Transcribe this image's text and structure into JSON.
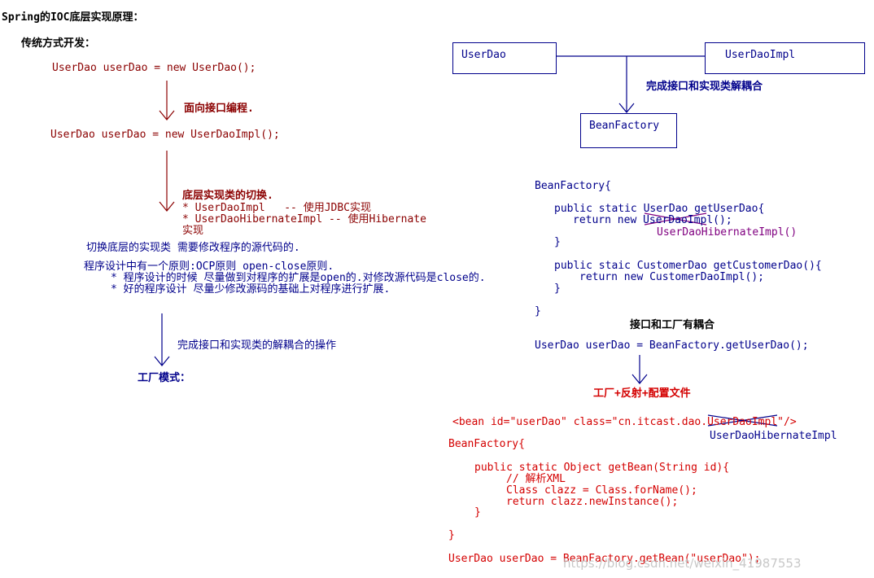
{
  "left": {
    "title": "Spring的IOC底层实现原理：",
    "traditional": "传统方式开发：",
    "code1": "UserDao userDao = new UserDao();",
    "arrow1_label": "面向接口编程.",
    "code2": "UserDao userDao = new UserDaoImpl();",
    "switch_title": "底层实现类的切换.",
    "switch_item1": "* UserDaoImpl   -- 使用JDBC实现",
    "switch_item2": "* UserDaoHibernateImpl -- 使用Hibernate",
    "switch_item2_cont": "实现",
    "note1": "切换底层的实现类 需要修改程序的源代码的.",
    "note2": "程序设计中有一个原则:OCP原则 open-close原则.",
    "note3": "* 程序设计的时候 尽量做到对程序的扩展是open的.对修改源代码是close的.",
    "note4": "* 好的程序设计 尽量少修改源码的基础上对程序进行扩展.",
    "arrow3_label": "完成接口和实现类的解耦合的操作",
    "factory_mode": "工厂模式："
  },
  "right": {
    "box_userdao": "UserDao",
    "box_userdaoimpl": "UserDaoImpl",
    "decouple_label": "完成接口和实现类解耦合",
    "box_beanfactory": "BeanFactory",
    "bf_open": "BeanFactory{",
    "bf_m1": "public static UserDao getUserDao{",
    "bf_m1_ret": "return new UserDaoImpl();",
    "bf_m1_replace": "UserDaoHibernateImpl()",
    "bf_m1_close": "}",
    "bf_m2": "public staic CustomerDao getCustomerDao(){",
    "bf_m2_ret": "return new CustomerDaoImpl();",
    "bf_m2_close": "}",
    "bf_close": "}",
    "coupled_label": "接口和工厂有耦合",
    "bf_call": "UserDao userDao = BeanFactory.getUserDao();",
    "reflect_label": "工厂+反射+配置文件",
    "bean_xml": "<bean id=\"userDao\" class=\"cn.itcast.dao.UserDaoImpl\"/>",
    "bean_xml_replace": "UserDaoHibernateImpl",
    "bf2_open": "BeanFactory{",
    "bf2_m": "public static Object getBean(String id){",
    "bf2_comment": "// 解析XML",
    "bf2_line1": "Class clazz = Class.forName();",
    "bf2_line2": "return clazz.newInstance();",
    "bf2_m_close": "}",
    "bf2_close": "}",
    "final_call": "UserDao userDao = BeanFactory.getBean(\"userDao\");"
  },
  "watermark": "https://blog.csdn.net/weixin_41987553"
}
